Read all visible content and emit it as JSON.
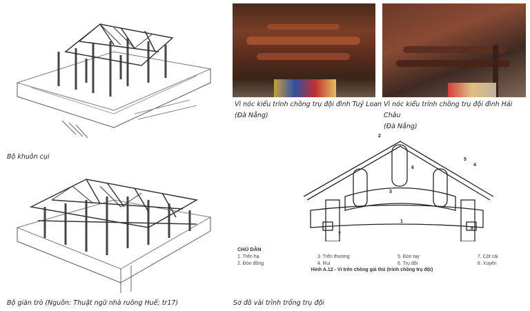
{
  "figures": {
    "khuon_cui": {
      "caption": "Bộ khuôn cụi"
    },
    "gian_tro": {
      "caption": "Bộ giàn trò (Nguồn: Thuật ngữ nhà ruông Huế; tr17)"
    },
    "photo_tuy_loan": {
      "caption_line1": "Vì nóc kiểu trính chồng trụ đội đình Tuý Loan",
      "caption_line2": "(Đà Nẵng)"
    },
    "photo_hai_chau": {
      "caption_line1": "Vì nóc kiểu trính chồng trụ đội đình Hải Châu",
      "caption_line2": "(Đà Nẵng)"
    },
    "diagram": {
      "labels": [
        "1",
        "2",
        "3",
        "4",
        "5",
        "6",
        "7",
        "8"
      ],
      "legend_title": "CHÚ DẪN",
      "legend": [
        "1. Trến hạ",
        "3. Trến thượng",
        "5. Đòn tay",
        "7. Cột cái",
        "2. Đòn đông",
        "4. Rui",
        "6. Trụ đội",
        "8. Xuyên"
      ],
      "figure_title": "Hình A.12 - Vì trến chồng giả thủ (trính chồng trụ đội)",
      "caption": "Sơ đồ vài trình trống trụ đội"
    }
  }
}
